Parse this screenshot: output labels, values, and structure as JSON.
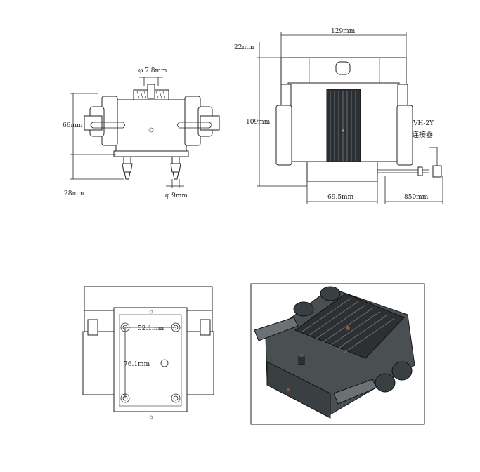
{
  "front_view": {
    "top_port_dia": "φ 7.8mm",
    "height": "66mm",
    "bottom_offset": "28mm",
    "bottom_port_dia": "φ 9mm"
  },
  "side_view": {
    "top_offset": "22mm",
    "width": "129mm",
    "height": "109mm",
    "connector_model": "VH-2Y",
    "connector_label": "连接器",
    "base_width": "69.5mm",
    "cable_length": "850mm"
  },
  "bottom_view": {
    "hole_spacing_h": "52.1mm",
    "hole_spacing_v": "76.1mm"
  },
  "colors": {
    "line": "#222222",
    "render_body": "#4a4f52",
    "render_dark": "#2c3033",
    "render_light": "#6b7174"
  }
}
